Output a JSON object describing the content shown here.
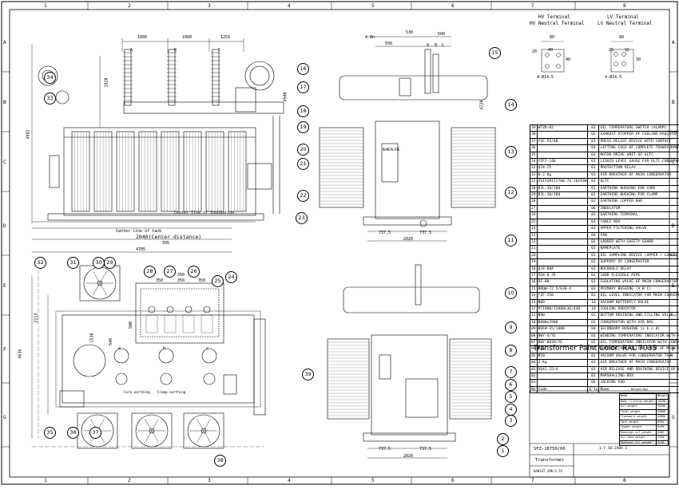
{
  "grid": {
    "cols_top": [
      "1",
      "2",
      "3",
      "4",
      "5",
      "6",
      "7",
      "8"
    ],
    "rows": [
      "A",
      "B",
      "C",
      "D",
      "E",
      "F",
      "G"
    ]
  },
  "terminals": {
    "hv_title1": "HV Terminal",
    "hv_title2": "HV  Neutral Terminal",
    "lv_title1": "LV Terminal",
    "lv_title2": "LV  Neutral Terminal",
    "hv_dims": [
      "80",
      "40",
      "40",
      "20",
      "4-Ø14.5"
    ],
    "lv_dims": [
      "80",
      "25",
      "15",
      "30",
      "4-Ø14.5"
    ]
  },
  "dimensions": {
    "front_top": [
      "1000",
      "1000",
      "1255"
    ],
    "front_heights": [
      "1920",
      "4902",
      "4900"
    ],
    "front_bottom": [
      "395",
      "2040(Center distance)",
      "4705"
    ],
    "front_labels": [
      "Center line of foundation",
      "Center line of tank"
    ],
    "side_top": [
      "530",
      "500",
      "500",
      "4 8n"
    ],
    "side_bottom": [
      "737.5",
      "737.5",
      "2020"
    ],
    "side_right": [
      "4720"
    ],
    "top_dims": [
      "350",
      "350",
      "350",
      "350",
      "500",
      "540",
      "1530",
      "2213",
      "4636"
    ],
    "top_labels": [
      "Core earthing",
      "Clamp earthing"
    ],
    "end_bottom": [
      "737.5",
      "737.5",
      "2020"
    ],
    "nameplate": "NAMEPLATE",
    "voltages": [
      "A",
      "B",
      "C",
      "a",
      "b",
      "c"
    ]
  },
  "bubbles": [
    "1",
    "2",
    "3",
    "4",
    "5",
    "6",
    "7",
    "8",
    "9",
    "10",
    "11",
    "12",
    "13",
    "14",
    "15",
    "16",
    "17",
    "18",
    "19",
    "20",
    "21",
    "22",
    "23",
    "24",
    "25",
    "26",
    "27",
    "28",
    "29",
    "30",
    "31",
    "32",
    "33",
    "34",
    "35",
    "36",
    "37",
    "38",
    "39"
  ],
  "bom": [
    [
      "39",
      "WTZK-02",
      "01",
      "OIL TEMPERATURE SWITCH (ALARM)"
    ],
    [
      "38",
      "",
      "01",
      "EXHAUST STOPPER OF COOLING RADIATOR"
    ],
    [
      "37",
      "YSF-55/80",
      "01",
      "PRESS.RELIEF DEVICE WITH CONTACT"
    ],
    [
      "36",
      "",
      "04",
      "LIFTING LUGS OF COMPLETE TRANSFORMER"
    ],
    [
      "35",
      "",
      "01",
      "MOTOR DRIVE UNIT OF OLTC"
    ],
    [
      "34",
      "YZF2-140",
      "01",
      "LIQUID LEVEL GAUGE FOR OLTC CONSERVATOR"
    ],
    [
      "33",
      "QJ4-25",
      "01",
      "PROTECTION RELAY"
    ],
    [
      "32",
      "0.2 Kg",
      "01",
      "AIR BREATHER OF MAIN CONSERVATOR"
    ],
    [
      "31",
      "ZVIIIMIII700-76-10193W",
      "01",
      "OLTC"
    ],
    [
      "30",
      "BJL-10/180",
      "01",
      "EARTHING BUSHING FOR CORE"
    ],
    [
      "29",
      "BJL-10/180",
      "01",
      "EARTHING BUSHING FOR CLAMP"
    ],
    [
      "28",
      "",
      "02",
      "EARTHING COPPER BAR"
    ],
    [
      "27",
      "",
      "06",
      "INDULATOR"
    ],
    [
      "26",
      "",
      "02",
      "EARTHING TERMINAL"
    ],
    [
      "25",
      "",
      "01",
      "CABLE BOX"
    ],
    [
      "24",
      "",
      "01",
      "UPPER FILTERING VALVE"
    ],
    [
      "23",
      "",
      "04",
      "FAN"
    ],
    [
      "22",
      "",
      "01",
      "LADDER WITH SAFETY GUARD"
    ],
    [
      "21",
      "",
      "01",
      "NAMEPLATE"
    ],
    [
      "20",
      "",
      "01",
      "OIL SAMPLING DEVICE (UPPER / LOWER)"
    ],
    [
      "19",
      "",
      "02",
      "SUPPORY OF CONSERVATOR"
    ],
    [
      "18",
      "QJ4-80A",
      "01",
      "BUCHHOLZ RELAY"
    ],
    [
      "17",
      "FDX-0.25",
      "01",
      "180D FLEXIBLE PIPE"
    ],
    [
      "16",
      "DF-80",
      "01",
      "ISOLATING VALVE OF MAIN CONSERVATOR"
    ],
    [
      "15",
      "BRDW-72.5/630-4",
      "03",
      "PRIMARY BUSHING (A B C)"
    ],
    [
      "14",
      "YZF-250",
      "01",
      "OIL LEVEL INDICATOR FOR MAIN CONSERVATOR"
    ],
    [
      "13",
      "Φ80",
      "16",
      "VACUUM BUTTERFLY VALVE"
    ],
    [
      "12",
      "PC1900/32000L36/430",
      "16",
      "COOLING RADIATOR"
    ],
    [
      "11",
      "Φ80",
      "01",
      "BOTTOM DRAINING AND FILLING VALVE"
    ],
    [
      "10",
      "Φ800x2900",
      "01",
      "CONSERVATOR WITH AIR BAG"
    ],
    [
      "09",
      "BDFW-35/1000",
      "04",
      "SECONDARY BUSHING (a b c 0)"
    ],
    [
      "08",
      "BWY-4/YE",
      "01",
      "WINDING TEMPERATURE INDICATOR WITH CONTACT"
    ],
    [
      "07",
      "BWY-803A/YE",
      "01",
      "OIL TEMPERATURE INDICATOR WITH CONTACT"
    ],
    [
      "06",
      "Φ25",
      "01",
      "DRAINING AND FILLING VALVE OF MAIN CONSERVATOR"
    ],
    [
      "05",
      "Φ50",
      "01",
      "VACUUM VALVE FOR CONSERVATOR TANK"
    ],
    [
      "04",
      "3 Kg",
      "01",
      "AIR BREATHER OF MAIN CONSERVATOR"
    ],
    [
      "03",
      "DQ41-25/4",
      "01",
      "AIR RELEASE AND DRAINING DEVICE OF BUCHHOLZ"
    ],
    [
      "02",
      "",
      "01",
      "MARSHALLING BOX"
    ],
    [
      "01",
      "",
      "04",
      "JACKING PAD"
    ],
    [
      "No",
      "Code",
      "Q'ty",
      "Name"
    ]
  ],
  "paint_color": "Transformer Paint Color: RAL  7035",
  "weight_title": "Weight(kg)",
  "weights": [
    [
      "Name",
      "Weight"
    ],
    [
      "Body (lifting weight)",
      "20390"
    ],
    [
      "Oil weight",
      "10280"
    ],
    [
      "Total weight",
      "43800"
    ],
    [
      "Transport weight",
      "42800"
    ],
    [
      "Core weight",
      "6280"
    ],
    [
      "Copper weight",
      "6190"
    ],
    [
      "Bushings oil weight",
      "6300"
    ],
    [
      "Oil tank weight",
      "3250"
    ],
    [
      "Radiator oil weight",
      "3150"
    ]
  ],
  "title_block": {
    "model": "SFZ-18750/66",
    "name": "Transformer",
    "code": "KA0137.29K/3.55",
    "drawing_no": "1.7.10.2404.1"
  }
}
